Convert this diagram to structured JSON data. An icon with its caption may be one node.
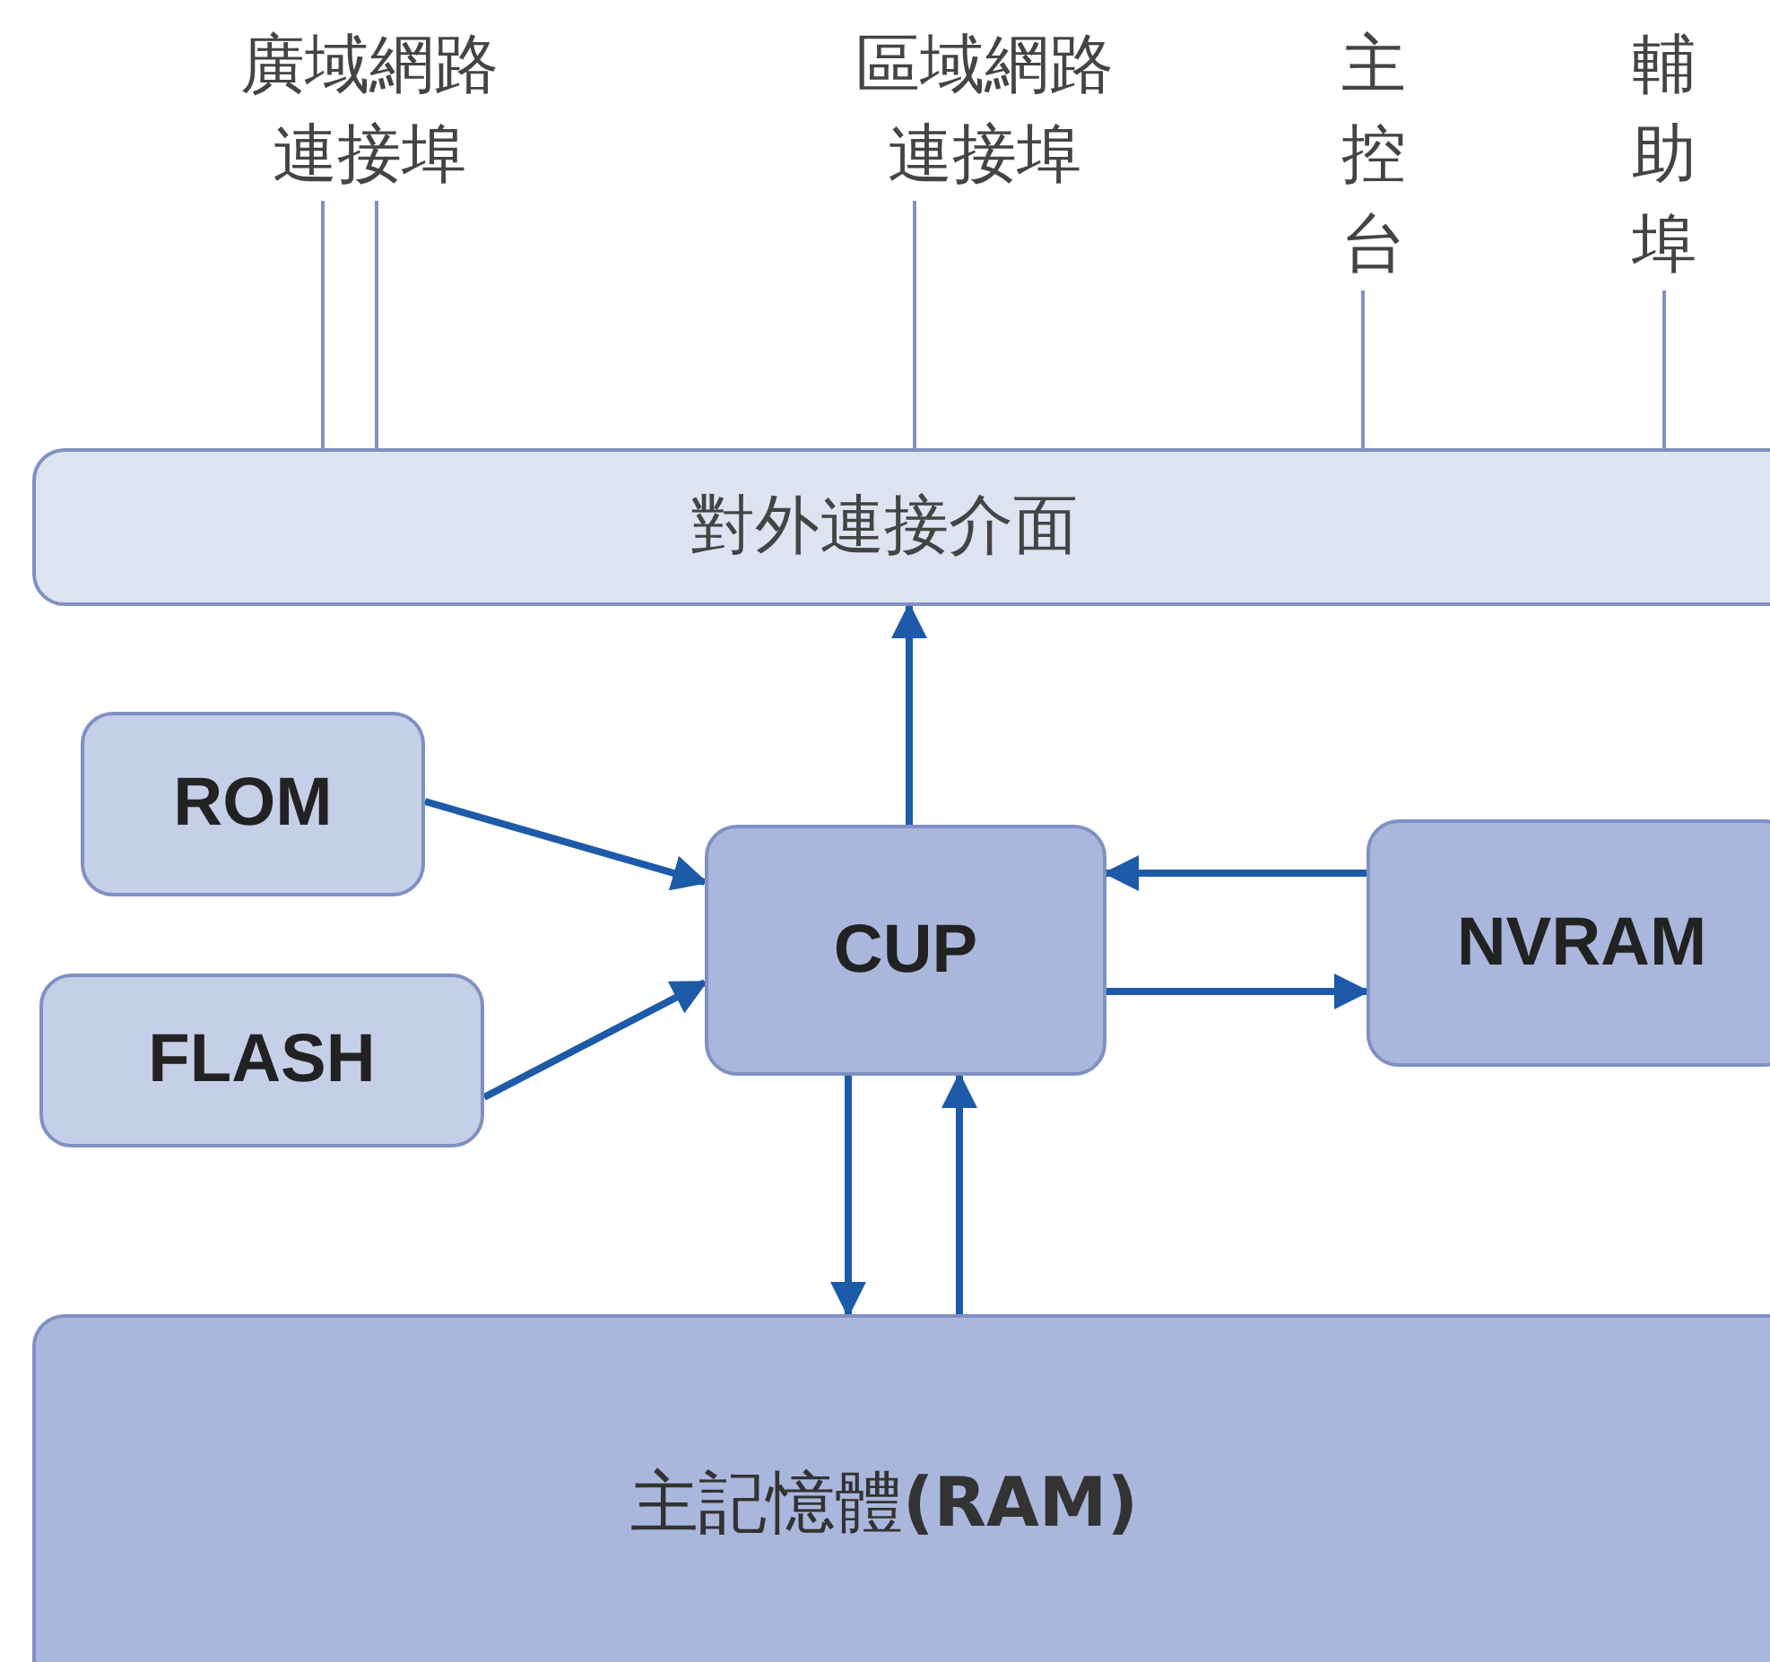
{
  "diagram": {
    "nodes": [
      {
        "text": [
          "廣域網路連接埠"
        ]
      },
      {
        "text": [
          "區域網路連接埠"
        ]
      },
      {
        "text": [
          "主控台"
        ]
      },
      {
        "text": [
          "輔助埠"
        ]
      },
      {
        "text": [
          "對外連接介面"
        ]
      },
      {
        "text": [
          "ROM"
        ]
      },
      {
        "text": [
          "FLASH"
        ]
      },
      {
        "text": [
          "CUP"
        ]
      },
      {
        "text": [
          "NVRAM"
        ]
      },
      {
        "text": [
          "主記憶體**(RAM)**"
        ]
      }
    ],
    "edges": [
      {
        "from": 0,
        "to": 4,
        "arrow": "none",
        "color": "#7f90c2"
      },
      {
        "from": 0,
        "to": 4,
        "arrow": "none",
        "color": "#7f90c2"
      },
      {
        "from": 1,
        "to": 4,
        "arrow": "none",
        "color": "#7f90c2"
      },
      {
        "from": 2,
        "to": 4,
        "arrow": "none",
        "color": "#7f90c2"
      },
      {
        "from": 3,
        "to": 4,
        "arrow": "none",
        "color": "#7f90c2"
      },
      {
        "from": 5,
        "to": 7,
        "arrow": "to"
      },
      {
        "from": 6,
        "to": 7,
        "arrow": "to"
      },
      {
        "from": 7,
        "to": 4,
        "arrow": "to"
      },
      {
        "from": 8,
        "to": 7,
        "arrow": "to"
      },
      {
        "from": 7,
        "to": 8,
        "arrow": "to"
      },
      {
        "from": 7,
        "to": 9,
        "arrow": "to"
      },
      {
        "from": 9,
        "to": 7,
        "arrow": "to"
      }
    ]
  }
}
